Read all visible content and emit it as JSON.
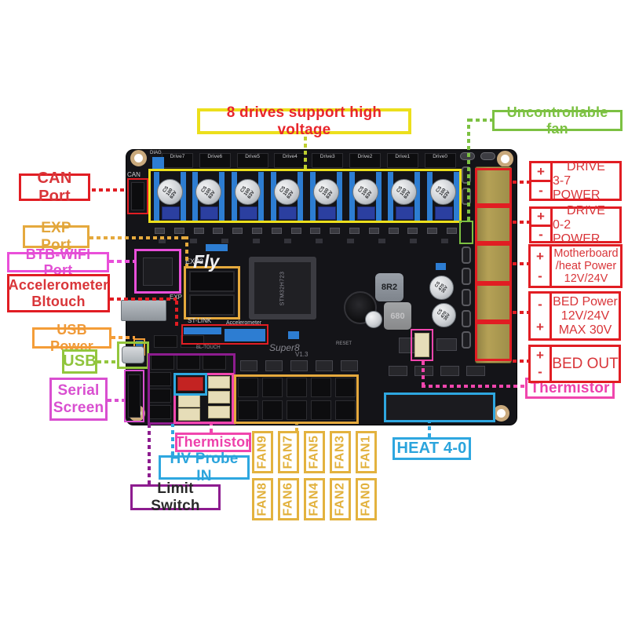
{
  "annotations": {
    "drives_hv": "8 drives support high voltage",
    "unctrl_fan": "Uncontrollable fan",
    "can": "CAN Port",
    "exp": "EXP Port",
    "wifi": "BTB-WIFI Port",
    "accel1": "Accelerometer",
    "accel2": "Bltouch",
    "usb_power": "USB Power",
    "usb": "USB",
    "serial1": "Serial",
    "serial2": "Screen",
    "therm_b": "Thermistor",
    "hv_probe": "HV Probe IN",
    "limit": "Limit Switch",
    "heat": "HEAT 4-0",
    "therm_r": "Thermistor",
    "d37": {
      "plus": "+",
      "minus": "-",
      "l1": "DRIVE",
      "l2": "3-7 POWER"
    },
    "d02": {
      "plus": "+",
      "minus": "-",
      "l1": "DRIVE",
      "l2": "0-2 POWER"
    },
    "mb": {
      "plus": "+",
      "minus": "-",
      "l1": "Motherboard",
      "l2": "/heat Power",
      "l3": "12V/24V"
    },
    "bp": {
      "minus": "-",
      "plus": "+",
      "l1": "BED Power",
      "l2": "12V/24V",
      "l3": "MAX 30V"
    },
    "bo": {
      "plus": "+",
      "minus": "-",
      "l1": "BED OUT"
    }
  },
  "fans": {
    "top": [
      "FAN9",
      "FAN7",
      "FAN5",
      "FAN3",
      "FAN1"
    ],
    "bottom": [
      "FAN8",
      "FAN6",
      "FAN4",
      "FAN2",
      "FAN0"
    ]
  },
  "board": {
    "brand": "Fly",
    "model": "Super8",
    "version": "V1.3",
    "mcu": "STM32H723",
    "drives": [
      "Drive7",
      "Drive6",
      "Drive5",
      "Drive4",
      "Drive3",
      "Drive2",
      "Drive1",
      "Drive0"
    ],
    "diag": "DIAG",
    "can": "CAN",
    "exp2": "EXP2",
    "exp": "EXP",
    "stlink": "ST-LINK",
    "accelerometer": "Accelerometer",
    "bltouch": "BL-TOUCH",
    "reset": "RESET",
    "ind1": "8R2",
    "ind2": "680",
    "cap_lines": "CS\n100\n63V",
    "bigcap_lines": "CS\n470\n35V"
  },
  "colors": {
    "red": "#e11d23",
    "yellow": "#ecdf1c",
    "green": "#7cc142",
    "gold": "#e5a93d",
    "orange": "#f49d38",
    "lime": "#93c63d",
    "magenta": "#e94fd9",
    "violet": "#d94fd0",
    "pink": "#f046ad",
    "blue": "#2ea7e0",
    "purple": "#8d1c8f",
    "fan_gold": "#e3b23e",
    "pcb": "#141418"
  }
}
